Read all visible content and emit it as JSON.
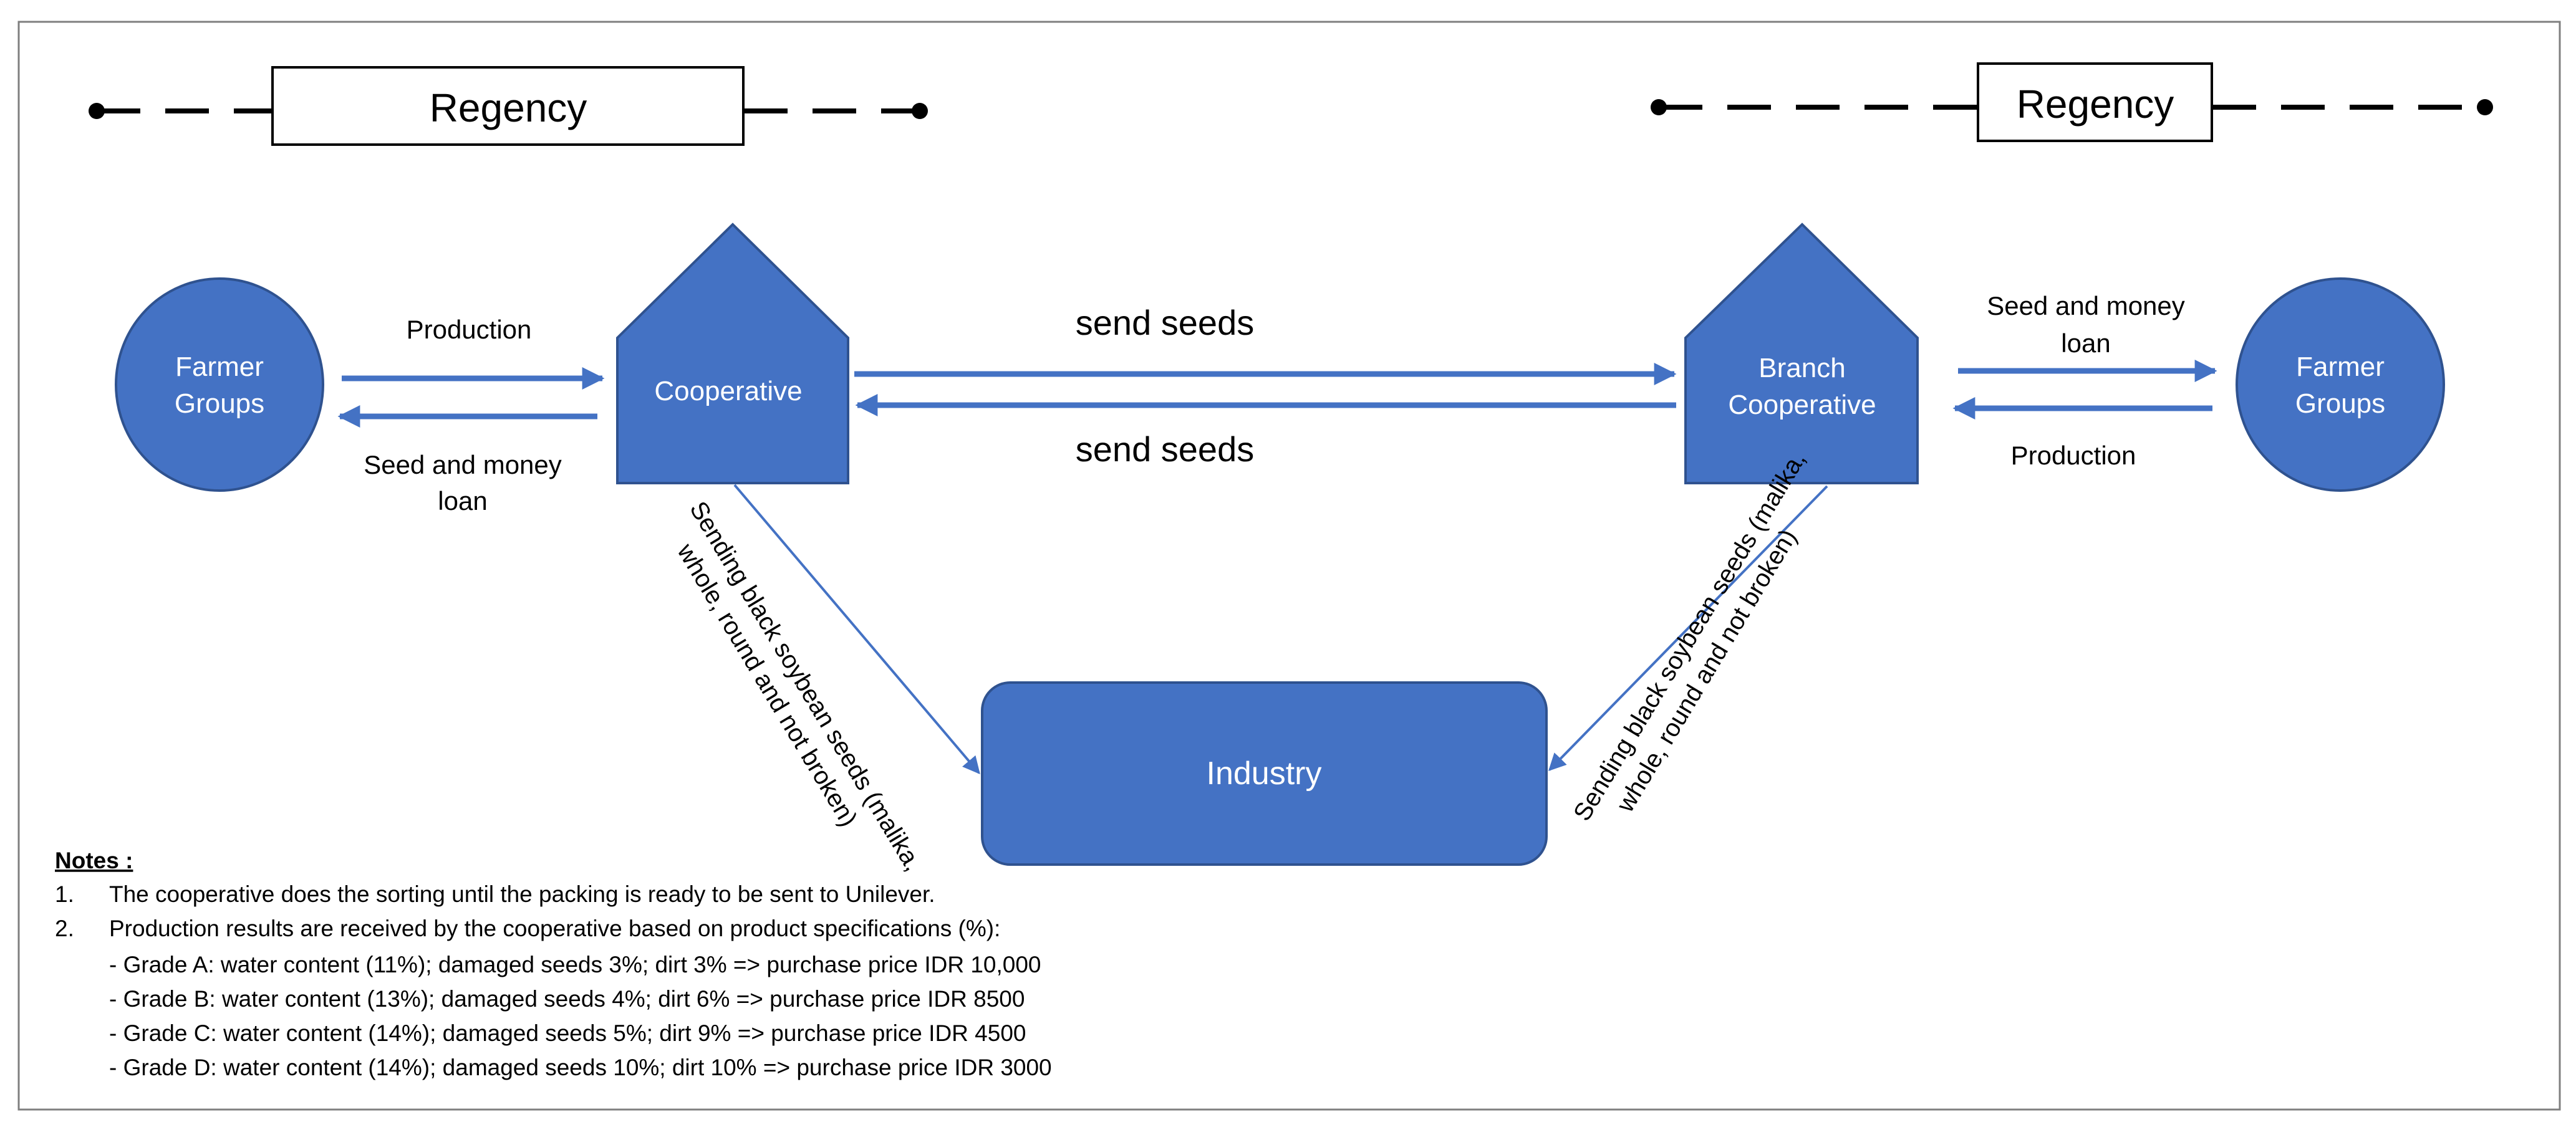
{
  "colors": {
    "shape_fill": "#4472C4",
    "shape_stroke": "#2F528F",
    "arrow": "#4472C4",
    "text_dark": "#000000",
    "text_light": "#ffffff",
    "frame": "#7f7f7f"
  },
  "regency_left": {
    "label": "Regency"
  },
  "regency_right": {
    "label": "Regency"
  },
  "farmer_groups_left": {
    "line1": "Farmer",
    "line2": "Groups"
  },
  "farmer_groups_right": {
    "line1": "Farmer",
    "line2": "Groups"
  },
  "cooperative": {
    "label": "Cooperative"
  },
  "branch_cooperative": {
    "line1": "Branch",
    "line2": "Cooperative"
  },
  "industry": {
    "label": "Industry"
  },
  "flow_labels": {
    "left_production": "Production",
    "left_loan_line1": "Seed and money",
    "left_loan_line2": "loan",
    "center_top": "send seeds",
    "center_bottom": "send seeds",
    "right_loan_line1": "Seed and money",
    "right_loan_line2": "loan",
    "right_production": "Production",
    "diag_left_line1": "Sending black soybean seeds (malika,",
    "diag_left_line2": "whole, round and not broken)",
    "diag_right_line1": "Sending black soybean seeds (malika,",
    "diag_right_line2": "whole, round and not broken)"
  },
  "notes": {
    "title": "Notes :",
    "items": [
      {
        "number": "1.",
        "text": "The cooperative does the sorting until the packing is ready to be sent to Unilever."
      },
      {
        "number": "2.",
        "text": "Production results are received by the cooperative based on product specifications (%):"
      }
    ],
    "grades": [
      "- Grade A: water content (11%); damaged seeds 3%; dirt 3% => purchase price IDR 10,000",
      "- Grade B: water content (13%); damaged seeds 4%; dirt 6% => purchase price IDR 8500",
      "- Grade C: water content (14%); damaged seeds 5%; dirt 9% => purchase price IDR 4500",
      "- Grade D: water content (14%); damaged seeds 10%; dirt 10% => purchase price IDR 3000"
    ]
  }
}
